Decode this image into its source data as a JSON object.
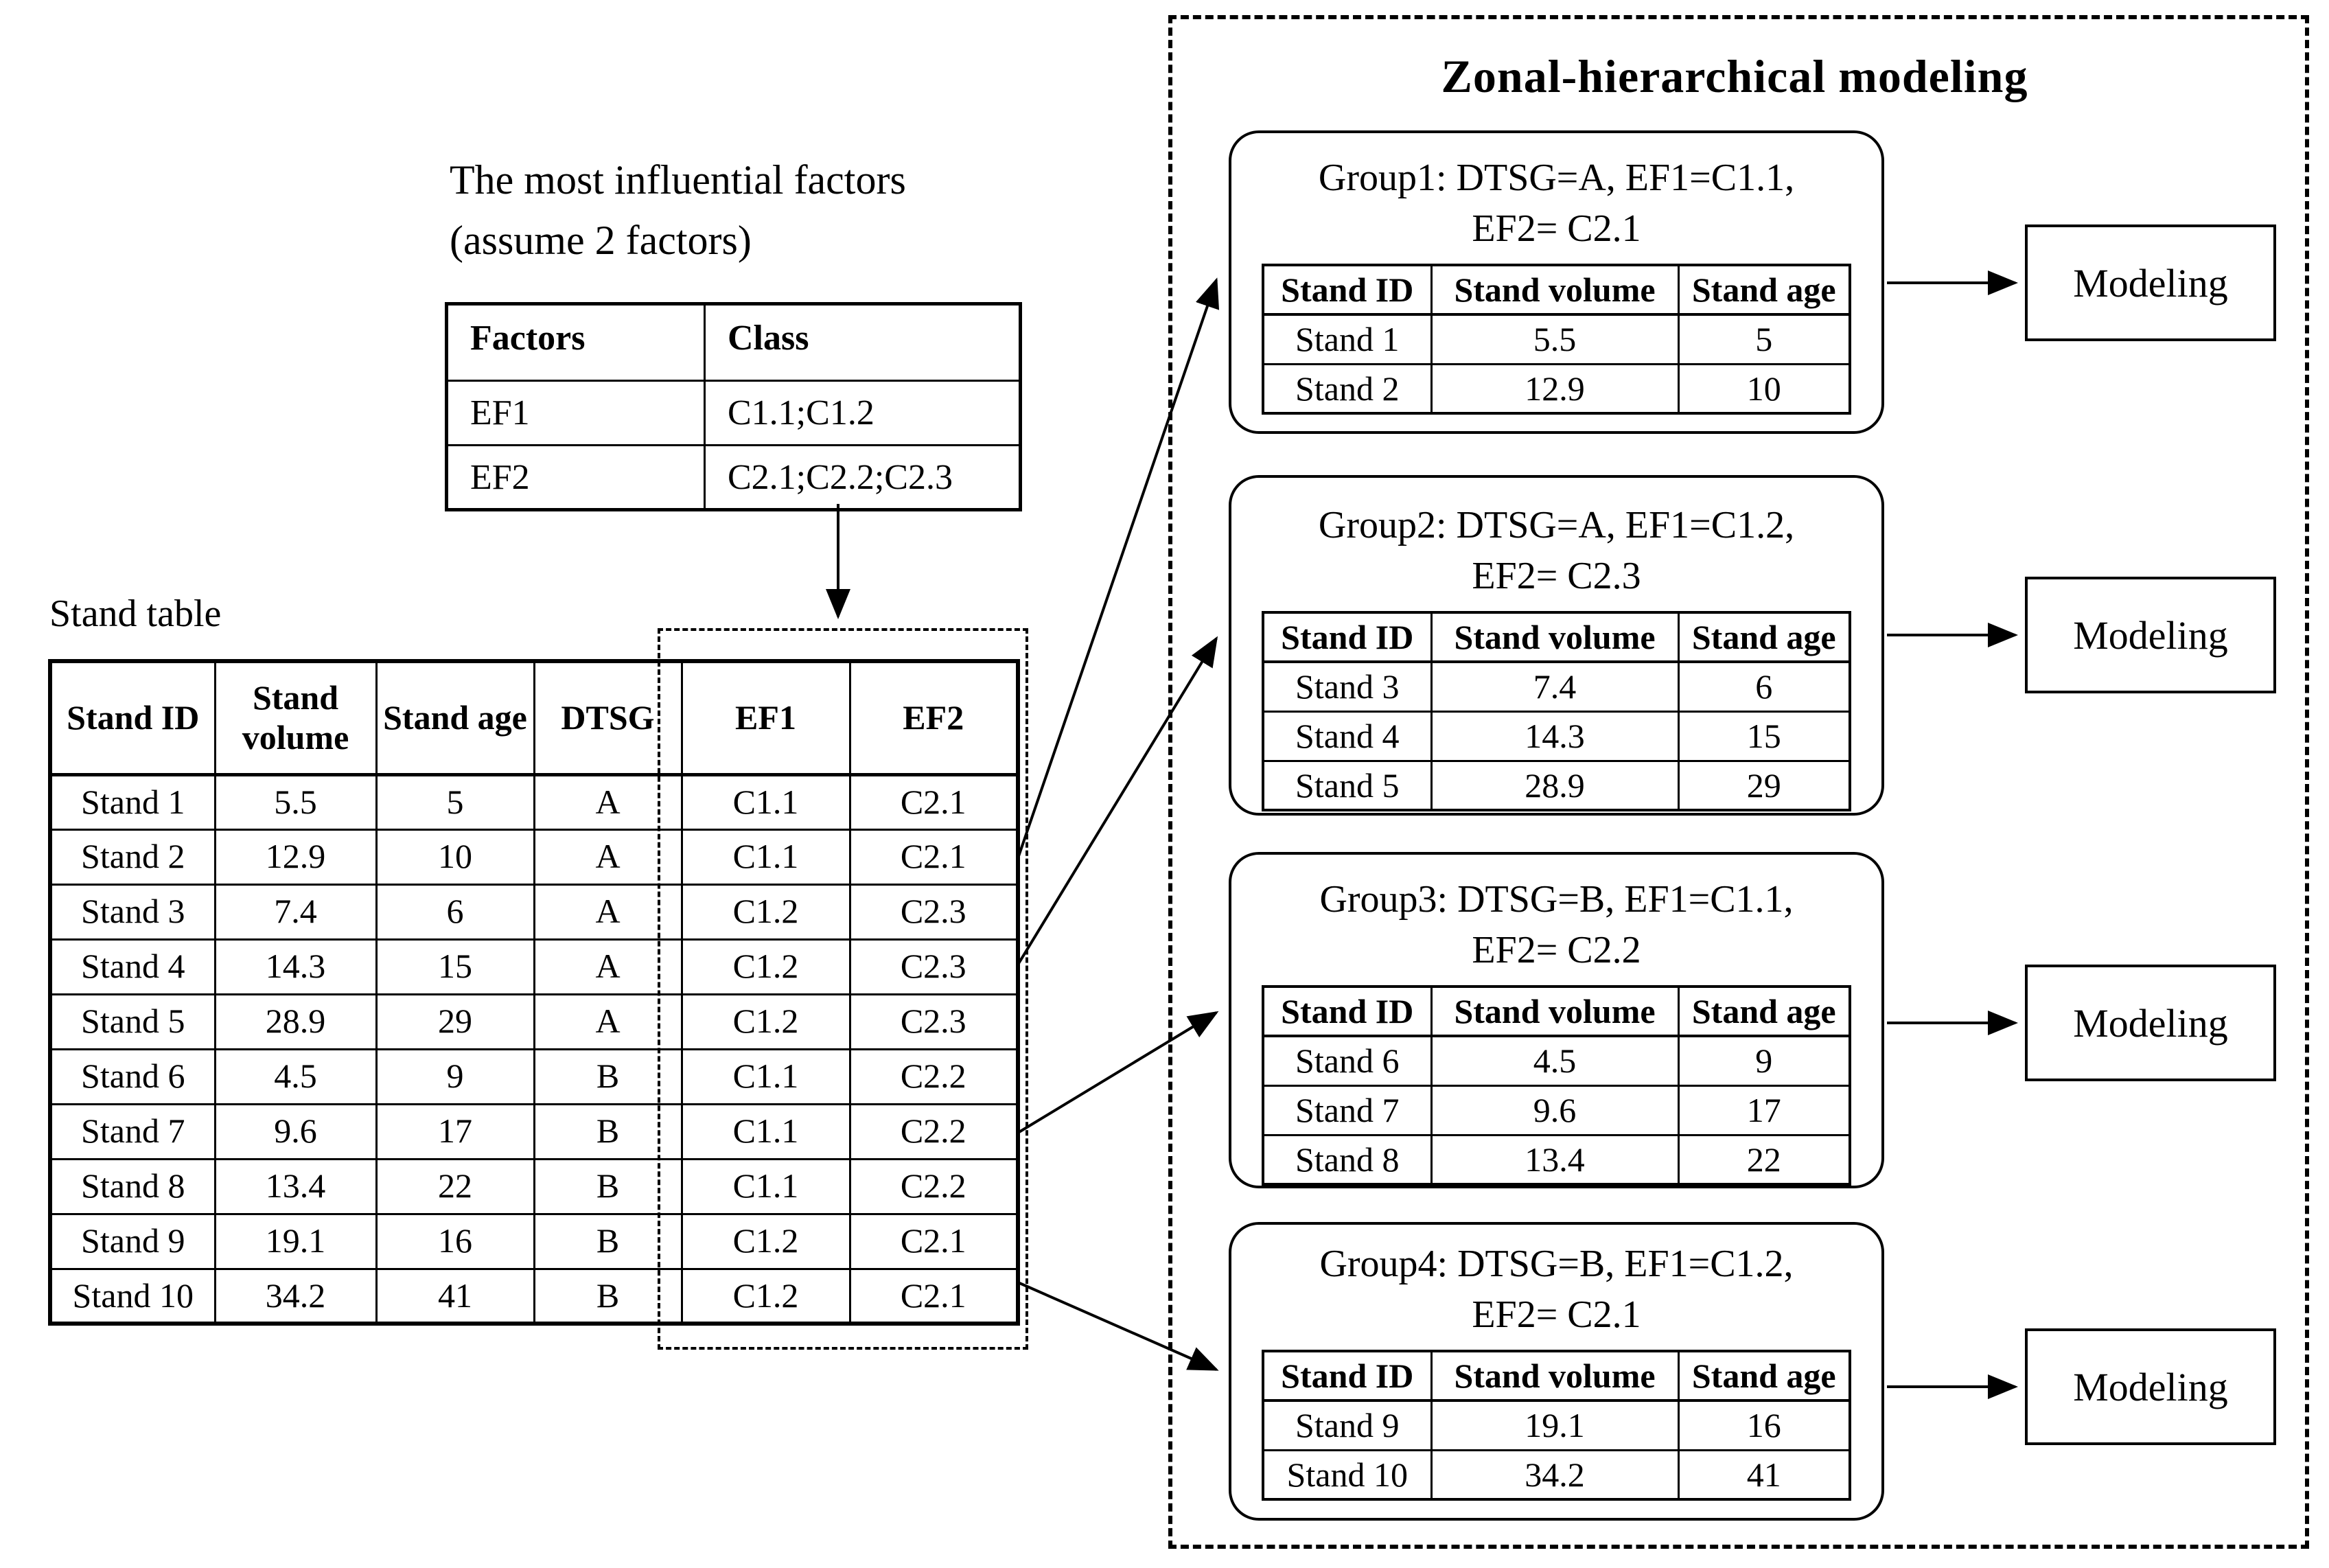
{
  "left": {
    "title_line1": "The most influential factors",
    "title_line2": "(assume 2 factors)",
    "factors_table": {
      "headers": [
        "Factors",
        "Class"
      ],
      "rows": [
        [
          "EF1",
          "C1.1;C1.2"
        ],
        [
          "EF2",
          "C2.1;C2.2;C2.3"
        ]
      ]
    },
    "stand_table_label": "Stand table",
    "stand_table": {
      "headers": [
        "Stand ID",
        "Stand volume",
        "Stand age",
        "DTSG",
        "EF1",
        "EF2"
      ],
      "rows": [
        [
          "Stand 1",
          "5.5",
          "5",
          "A",
          "C1.1",
          "C2.1"
        ],
        [
          "Stand 2",
          "12.9",
          "10",
          "A",
          "C1.1",
          "C2.1"
        ],
        [
          "Stand 3",
          "7.4",
          "6",
          "A",
          "C1.2",
          "C2.3"
        ],
        [
          "Stand 4",
          "14.3",
          "15",
          "A",
          "C1.2",
          "C2.3"
        ],
        [
          "Stand 5",
          "28.9",
          "29",
          "A",
          "C1.2",
          "C2.3"
        ],
        [
          "Stand 6",
          "4.5",
          "9",
          "B",
          "C1.1",
          "C2.2"
        ],
        [
          "Stand 7",
          "9.6",
          "17",
          "B",
          "C1.1",
          "C2.2"
        ],
        [
          "Stand 8",
          "13.4",
          "22",
          "B",
          "C1.1",
          "C2.2"
        ],
        [
          "Stand 9",
          "19.1",
          "16",
          "B",
          "C1.2",
          "C2.1"
        ],
        [
          "Stand 10",
          "34.2",
          "41",
          "B",
          "C1.2",
          "C2.1"
        ]
      ]
    }
  },
  "right": {
    "title": "Zonal-hierarchical modeling",
    "modeling_label": "Modeling",
    "group_table_headers": [
      "Stand ID",
      "Stand volume",
      "Stand age"
    ],
    "groups": [
      {
        "title_line1": "Group1: DTSG=A, EF1=C1.1,",
        "title_line2": "EF2= C2.1",
        "rows": [
          [
            "Stand 1",
            "5.5",
            "5"
          ],
          [
            "Stand 2",
            "12.9",
            "10"
          ]
        ]
      },
      {
        "title_line1": "Group2: DTSG=A, EF1=C1.2,",
        "title_line2": "EF2= C2.3",
        "rows": [
          [
            "Stand 3",
            "7.4",
            "6"
          ],
          [
            "Stand 4",
            "14.3",
            "15"
          ],
          [
            "Stand 5",
            "28.9",
            "29"
          ]
        ]
      },
      {
        "title_line1": "Group3: DTSG=B, EF1=C1.1,",
        "title_line2": "EF2= C2.2",
        "rows": [
          [
            "Stand 6",
            "4.5",
            "9"
          ],
          [
            "Stand 7",
            "9.6",
            "17"
          ],
          [
            "Stand 8",
            "13.4",
            "22"
          ]
        ]
      },
      {
        "title_line1": "Group4: DTSG=B, EF1=C1.2,",
        "title_line2": "EF2= C2.1",
        "rows": [
          [
            "Stand 9",
            "19.1",
            "16"
          ],
          [
            "Stand 10",
            "34.2",
            "41"
          ]
        ]
      }
    ]
  },
  "colors": {
    "ink": "#000000",
    "paper": "#ffffff"
  }
}
